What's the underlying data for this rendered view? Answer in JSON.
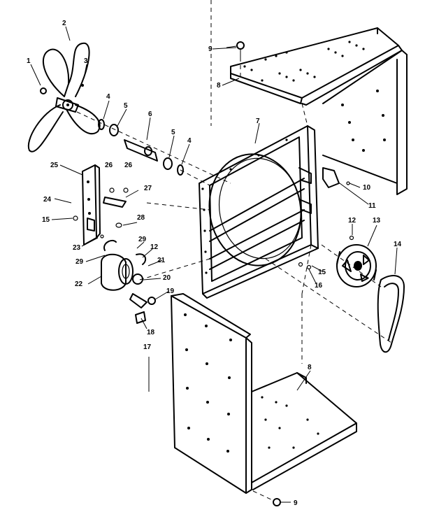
{
  "callouts": {
    "c1": "1",
    "c2": "2",
    "c3": "3",
    "c4a": "4",
    "c4b": "4",
    "c5a": "5",
    "c5b": "5",
    "c6": "6",
    "c7": "7",
    "c8a": "8",
    "c8b": "8",
    "c9a": "9",
    "c9b": "9",
    "c10": "10",
    "c11": "11",
    "c12a": "12",
    "c12b": "12",
    "c13": "13",
    "c14": "14",
    "c15a": "15",
    "c15b": "15",
    "c16": "16",
    "c17": "17",
    "c18": "18",
    "c19": "19",
    "c20": "20",
    "c21": "21",
    "c22": "22",
    "c23": "23",
    "c24": "24",
    "c25": "25",
    "c26a": "26",
    "c26b": "26",
    "c27": "27",
    "c28": "28",
    "c29a": "29",
    "c29b": "29"
  }
}
